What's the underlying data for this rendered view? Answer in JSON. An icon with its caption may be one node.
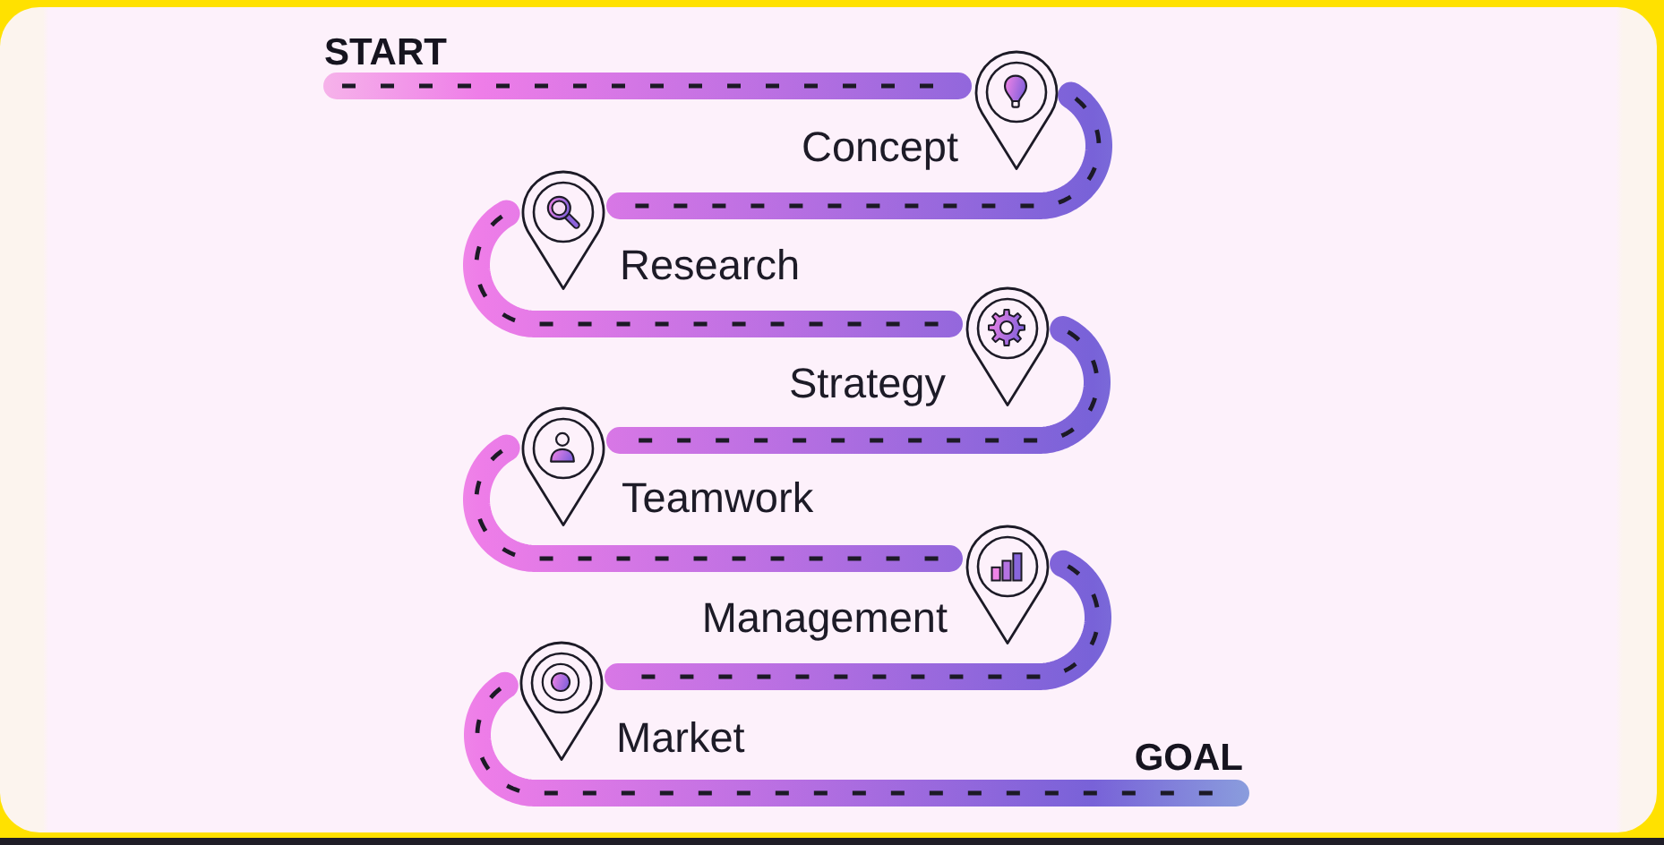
{
  "diagram": {
    "nodes": [
      {
        "text": [
          "START"
        ]
      },
      {
        "text": [
          "Concept"
        ]
      },
      {
        "text": [
          "Research"
        ]
      },
      {
        "text": [
          "Strategy"
        ]
      },
      {
        "text": [
          "Teamwork"
        ]
      },
      {
        "text": [
          "Management"
        ]
      },
      {
        "text": [
          "Market"
        ]
      },
      {
        "text": [
          "GOAL"
        ]
      }
    ],
    "edges": [
      {
        "from": 0,
        "to": 1,
        "arrow": "none"
      },
      {
        "from": 1,
        "to": 2,
        "arrow": "none"
      },
      {
        "from": 2,
        "to": 3,
        "arrow": "none"
      },
      {
        "from": 3,
        "to": 4,
        "arrow": "none"
      },
      {
        "from": 4,
        "to": 5,
        "arrow": "none"
      },
      {
        "from": 5,
        "to": 6,
        "arrow": "none"
      },
      {
        "from": 6,
        "to": 7,
        "arrow": "none"
      }
    ]
  }
}
